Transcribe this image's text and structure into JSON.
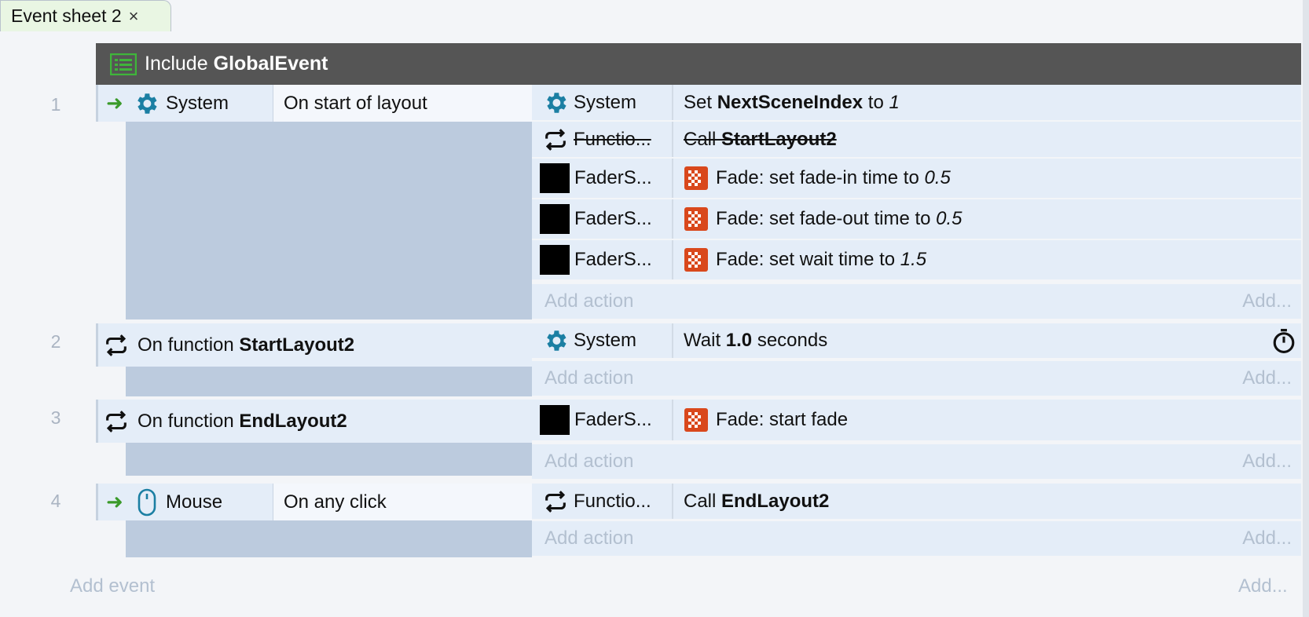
{
  "tab": {
    "title": "Event sheet 2",
    "close": "×"
  },
  "include": {
    "prefix": "Include",
    "name": "GlobalEvent"
  },
  "events": [
    {
      "number": "1",
      "condition": {
        "object": "System",
        "text": "On start of layout"
      },
      "actions": [
        {
          "object": "System",
          "text_plain": "Set ",
          "text_bold": "NextSceneIndex",
          "text_mid": " to ",
          "text_italic": "1"
        },
        {
          "object": "Functio...",
          "text_plain": "Call ",
          "text_bold": "StartLayout2"
        },
        {
          "object": "FaderS...",
          "text_plain": "Fade: set fade-in time to ",
          "text_italic": "0.5"
        },
        {
          "object": "FaderS...",
          "text_plain": "Fade: set fade-out time to ",
          "text_italic": "0.5"
        },
        {
          "object": "FaderS...",
          "text_plain": "Fade: set wait time to ",
          "text_italic": "1.5"
        }
      ]
    },
    {
      "number": "2",
      "condition": {
        "prefix": "On function ",
        "name": "StartLayout2"
      },
      "actions": [
        {
          "object": "System",
          "text_plain": "Wait ",
          "text_bold": "1.0",
          "text_mid": " seconds"
        }
      ]
    },
    {
      "number": "3",
      "condition": {
        "prefix": "On function ",
        "name": "EndLayout2"
      },
      "actions": [
        {
          "object": "FaderS...",
          "text_plain": "Fade: start fade"
        }
      ]
    },
    {
      "number": "4",
      "condition": {
        "object": "Mouse",
        "text": "On any click"
      },
      "actions": [
        {
          "object": "Functio...",
          "text_plain": "Call ",
          "text_bold": "EndLayout2"
        }
      ]
    }
  ],
  "add_action": "Add action",
  "add_more": "Add...",
  "add_event": "Add event"
}
